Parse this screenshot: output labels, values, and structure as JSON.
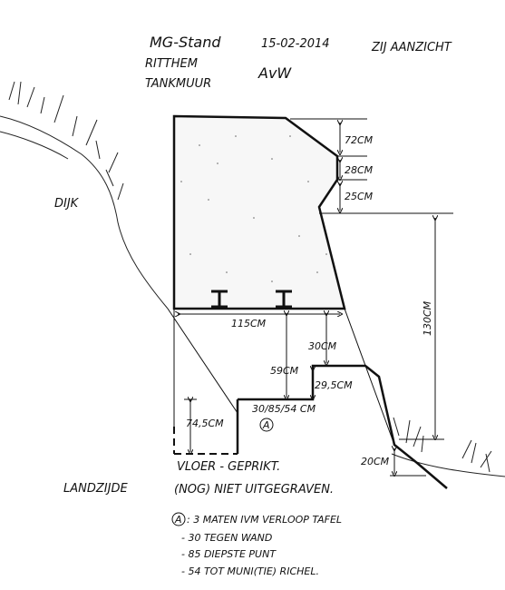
{
  "header": {
    "title_line1": "MG-Stand",
    "title_line2": "RITTHEM",
    "title_line3": "TANKMUUR",
    "date": "15-02-2014",
    "initials": "AvW",
    "view": "ZIJ AANZICHT"
  },
  "labels": {
    "dijk": "DIJK",
    "landzijde": "LANDZIJDE",
    "vloer": "VLOER - GEPRIKT.",
    "niet_uitgegraven": "(NOG) NIET UITGEGRAVEN.",
    "marker_a": "A"
  },
  "dimensions": {
    "d72": "72CM",
    "d28": "28CM",
    "d25": "25CM",
    "d115": "115CM",
    "d130": "130CM",
    "d30": "30CM",
    "d59": "59CM",
    "d29_5": "29,5CM",
    "d_var": "30/85/54 CM",
    "d74_5": "74,5CM",
    "d20": "20CM"
  },
  "legend": {
    "line1": ": 3 MATEN IVM VERLOOP TAFEL",
    "line2": "- 30 TEGEN WAND",
    "line3": "- 85 DIEPSTE PUNT",
    "line4": "- 54 TOT MUNI(TIE) RICHEL."
  },
  "colors": {
    "ink": "#111111",
    "paper": "#ffffff"
  }
}
